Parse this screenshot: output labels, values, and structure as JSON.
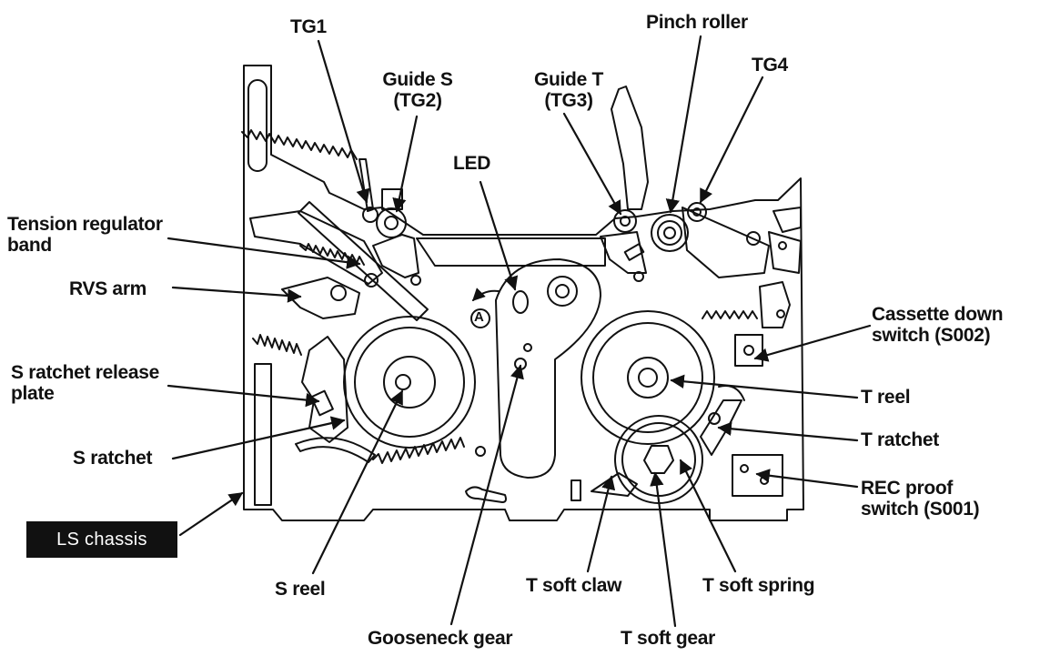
{
  "labels": {
    "tg1": "TG1",
    "guide_s": [
      "Guide S",
      "(TG2)"
    ],
    "pinch_roller": "Pinch roller",
    "guide_t": [
      "Guide T",
      "(TG3)"
    ],
    "tg4": "TG4",
    "led": "LED",
    "tension_regulator_band": [
      "Tension regulator",
      "band"
    ],
    "rvs_arm": "RVS arm",
    "cassette_down_switch": [
      "Cassette down",
      "switch (S002)"
    ],
    "s_ratchet_release_plate": [
      "S ratchet release",
      "plate"
    ],
    "t_reel": "T reel",
    "s_ratchet": "S ratchet",
    "t_ratchet": "T ratchet",
    "rec_proof_switch": [
      "REC proof",
      "switch (S001)"
    ],
    "ls_chassis": "LS chassis",
    "s_reel": "S reel",
    "t_soft_claw": "T soft claw",
    "t_soft_spring": "T soft spring",
    "gooseneck_gear": "Gooseneck gear",
    "t_soft_gear": "T soft gear",
    "marker_a": "A"
  },
  "colors": {
    "ink": "#111111",
    "paper": "#ffffff"
  }
}
